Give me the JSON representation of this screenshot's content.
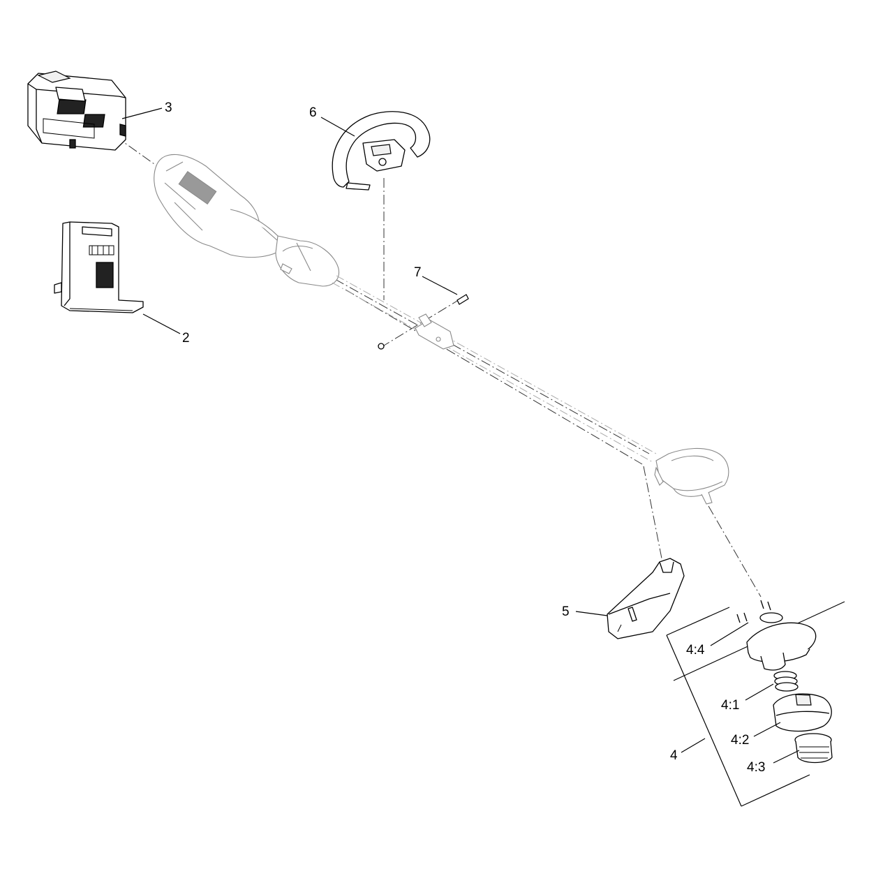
{
  "callouts": {
    "battery": "3",
    "charger": "2",
    "handle": "6",
    "screw": "7",
    "guard": "5",
    "trimmer_head": "4",
    "spring": "4:1",
    "spool": "4:2",
    "knob": "4:3",
    "housing": "4:4"
  }
}
